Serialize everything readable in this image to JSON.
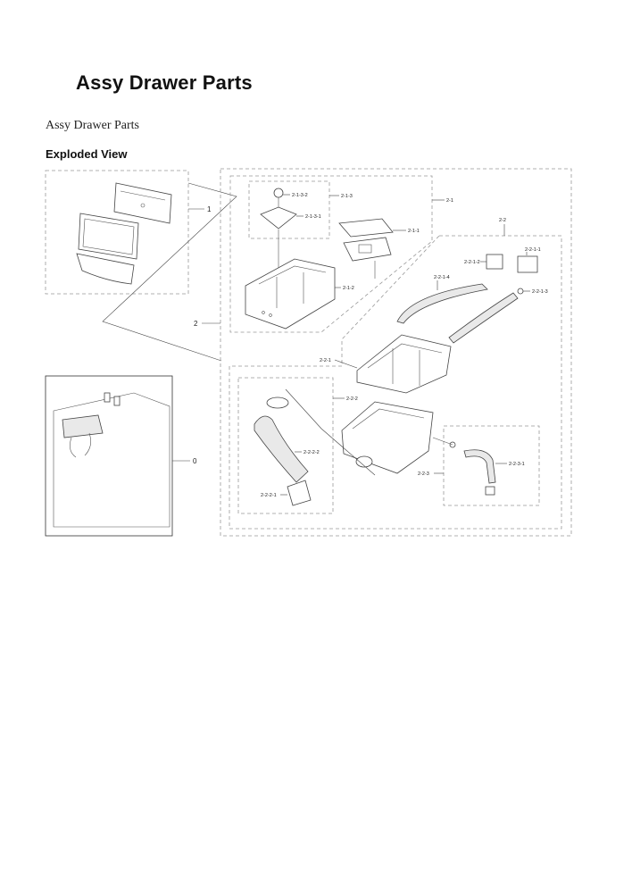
{
  "page": {
    "title": "Assy Drawer Parts",
    "subtitle": "Assy Drawer Parts",
    "section_heading": "Exploded View"
  },
  "callouts": {
    "c1": "1",
    "c2": "2",
    "c0": "0",
    "c2_1": "2-1",
    "c2_2": "2-2",
    "c2_1_3": "2-1-3",
    "c2_1_3_2": "2-1-3-2",
    "c2_1_3_1": "2-1-3-1",
    "c2_1_1": "2-1-1",
    "c2_1_2": "2-1-2",
    "c2_2_1_1": "2-2-1-1",
    "c2_2_1_2": "2-2-1-2",
    "c2_2_1_3": "2-2-1-3",
    "c2_2_1_4": "2-2-1-4",
    "c2_2_1": "2-2-1",
    "c2_2_2": "2-2-2",
    "c2_2_2_2": "2-2-2-2",
    "c2_2_2_1": "2-2-2-1",
    "c2_2_3": "2-2-3",
    "c2_2_3_1": "2-2-3-1"
  }
}
